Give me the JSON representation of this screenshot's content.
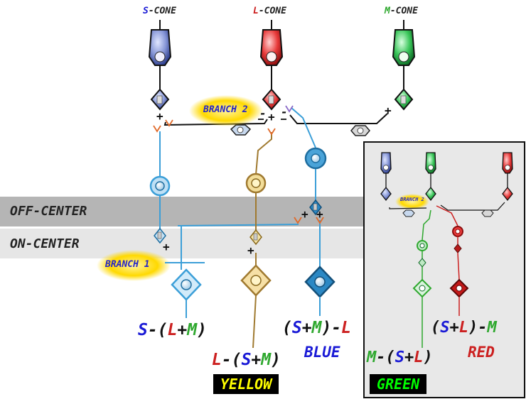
{
  "colors": {
    "s": "#1a1ad6",
    "l": "#cc2020",
    "m": "#2ea82e",
    "plus": "#222222",
    "yellow_badge_text": "#ffff00",
    "green_badge_text": "#00ff00",
    "blue_text": "#1a1ad6",
    "red_text": "#cc2020",
    "off_band": "#b5b5b5",
    "on_band": "#e6e6e6",
    "inset_bg": "#e8e8e8"
  },
  "cones": {
    "s": {
      "letter": "S",
      "suffix": "-CONE"
    },
    "l": {
      "letter": "L",
      "suffix": "-CONE"
    },
    "m": {
      "letter": "M",
      "suffix": "-CONE"
    }
  },
  "bands": {
    "off": "OFF-CENTER",
    "on": "ON-CENTER"
  },
  "branches": {
    "b1": "BRANCH 1",
    "b2": "BRANCH 2",
    "b2_inset": "BRANCH 2"
  },
  "formulas": {
    "s_minus": {
      "a": "S",
      "b": "-(",
      "c": "L",
      "d": "+",
      "e": "M",
      "f": ")"
    },
    "l_minus": {
      "a": "L",
      "b": "-(",
      "c": "S",
      "d": "+",
      "e": "M",
      "f": ")"
    },
    "sm_minus_l": {
      "a": "(",
      "b": "S",
      "c": "+",
      "d": "M",
      "e": ")-",
      "f": "L"
    },
    "m_minus": {
      "a": "M",
      "b": "-(",
      "c": "S",
      "d": "+",
      "e": "L",
      "f": ")"
    },
    "sl_minus_m": {
      "a": "(",
      "b": "S",
      "c": "+",
      "d": "L",
      "e": ")-",
      "f": "M"
    }
  },
  "color_names": {
    "yellow": "YELLOW",
    "blue": "BLUE",
    "green": "GREEN",
    "red": "RED"
  },
  "signs": {
    "plus": "+",
    "minus": "-"
  }
}
